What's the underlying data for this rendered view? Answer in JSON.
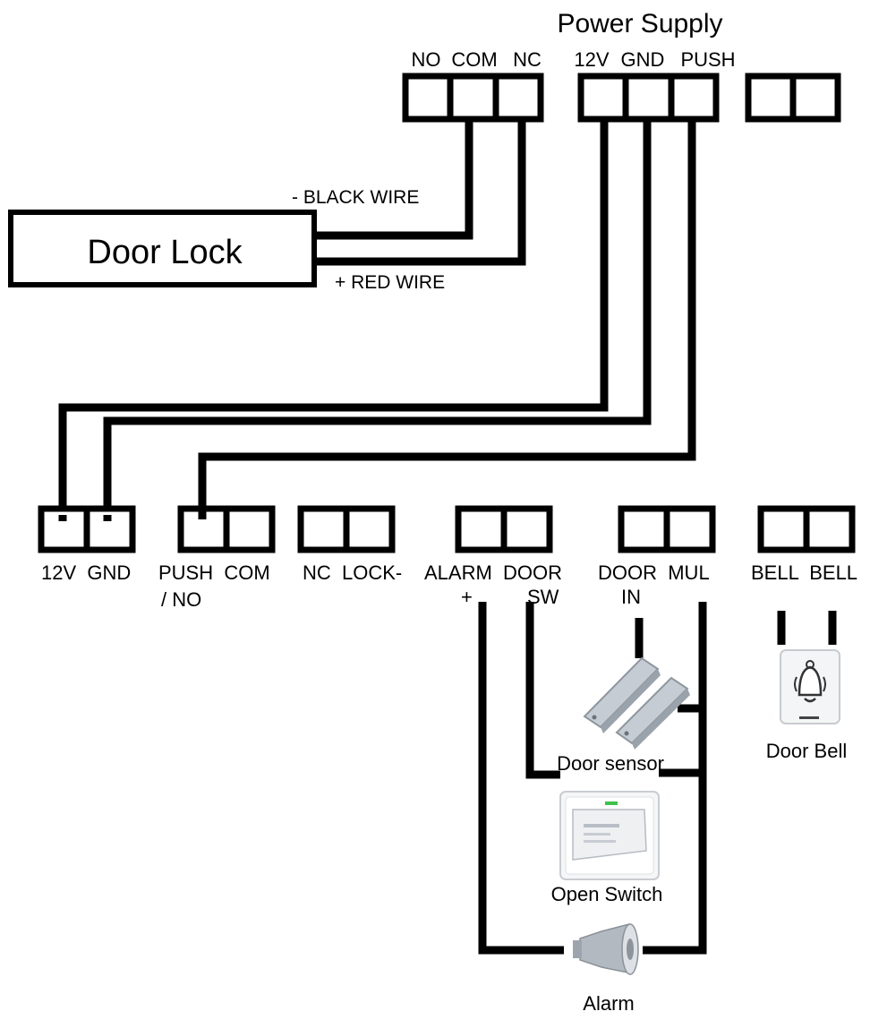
{
  "title": "Power Supply",
  "colors": {
    "ink": "#000000",
    "background": "#ffffff",
    "device_gray": "#b9bfc7",
    "switch_led": "#3cc24a"
  },
  "power_supply": {
    "relay_labels": [
      "NO",
      "COM",
      "NC"
    ],
    "power_labels": [
      "12V",
      "GND",
      "PUSH"
    ]
  },
  "door_lock": {
    "label": "Door Lock",
    "black_wire": "- BLACK  WIRE",
    "red_wire": "+ RED  WIRE"
  },
  "controller": {
    "terminals": [
      {
        "line1": "12V  GND",
        "line2": ""
      },
      {
        "line1": "PUSH  COM",
        "line2": "/ NO"
      },
      {
        "line1": "NC  LOCK-",
        "line2": ""
      },
      {
        "line1": "ALARM  DOOR",
        "line2": "+          SW"
      },
      {
        "line1": "DOOR  MUL",
        "line2": "IN"
      },
      {
        "line1": "BELL  BELL",
        "line2": ""
      }
    ]
  },
  "devices": {
    "door_sensor": {
      "label": "Door sensor",
      "icon": "door-sensor-icon"
    },
    "open_switch": {
      "label": "Open Switch",
      "icon": "exit-button-icon"
    },
    "alarm": {
      "label": "Alarm",
      "icon": "siren-icon"
    },
    "door_bell": {
      "label": "Door Bell",
      "icon": "bell-icon"
    }
  }
}
